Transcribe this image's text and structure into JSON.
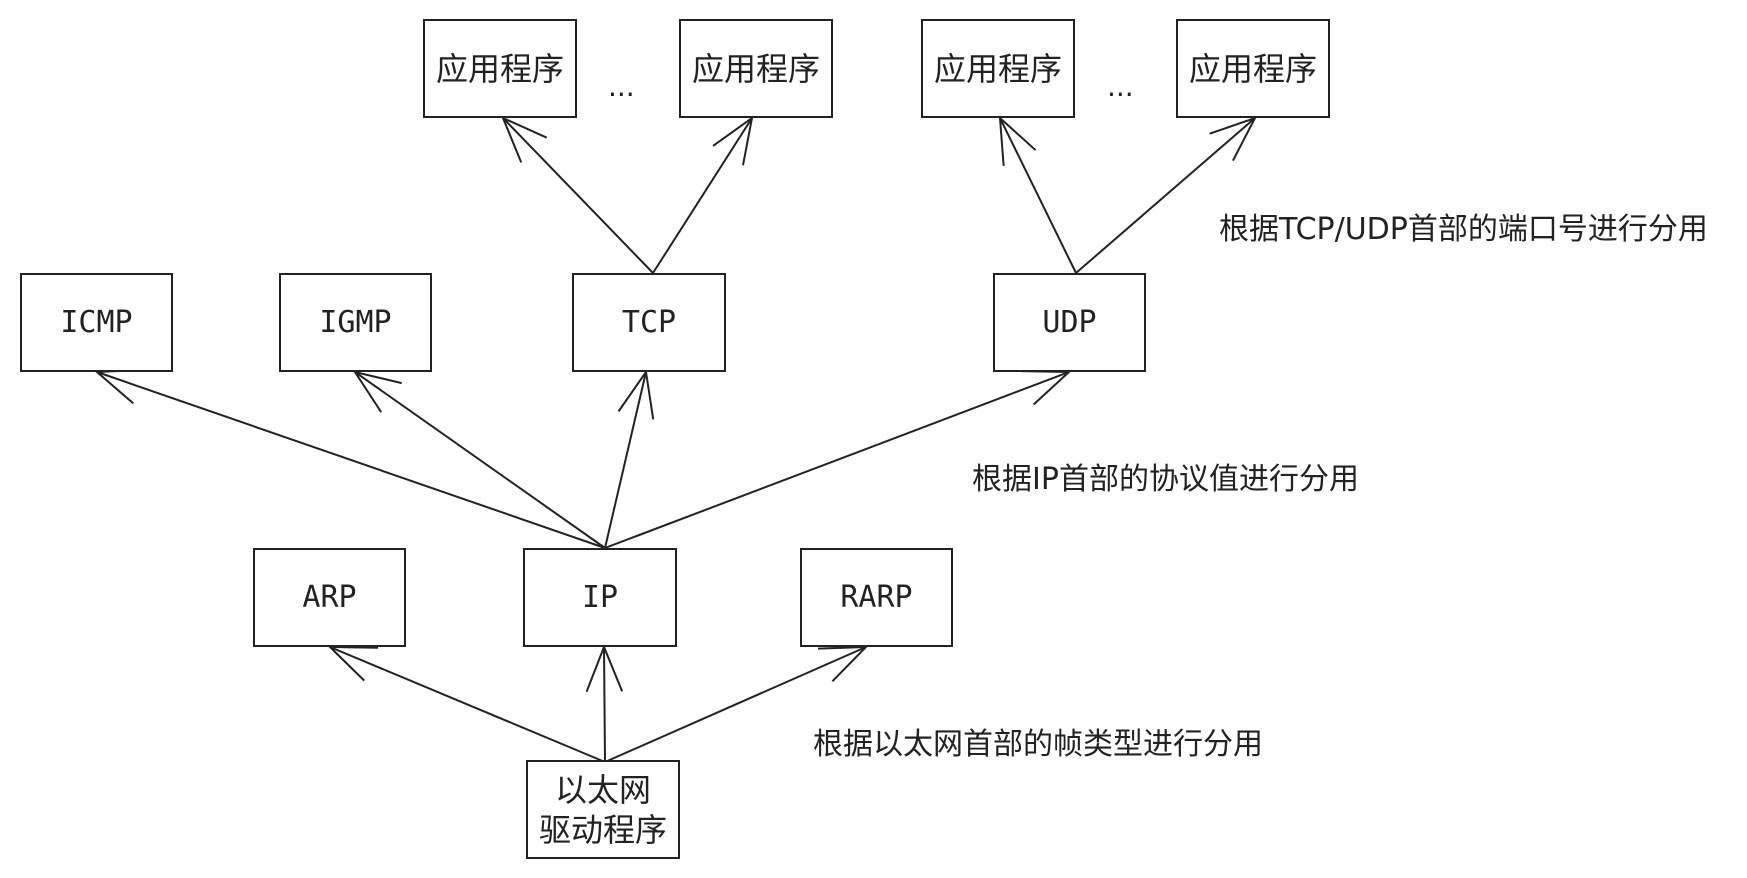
{
  "diagram": {
    "apps": [
      "应用程序",
      "应用程序",
      "应用程序",
      "应用程序"
    ],
    "ellipsis": "···",
    "layer3": [
      "ICMP",
      "IGMP",
      "TCP",
      "UDP"
    ],
    "layer2": [
      "ARP",
      "IP",
      "RARP"
    ],
    "driver": "以太网\n驱动程序",
    "notes": {
      "port": "根据TCP/UDP首部的端口号进行分用",
      "protocol": "根据IP首部的协议值进行分用",
      "frame": "根据以太网首部的帧类型进行分用"
    }
  }
}
